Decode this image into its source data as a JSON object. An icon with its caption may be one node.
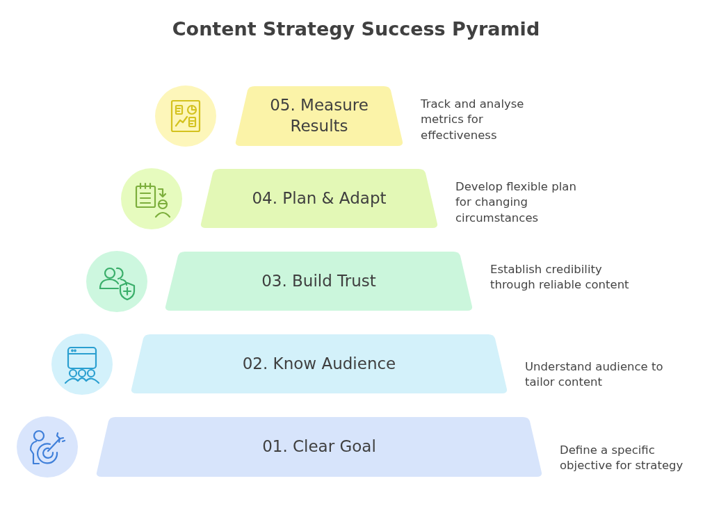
{
  "diagram": {
    "title": "Content Strategy Success Pyramid",
    "nodes": [
      {
        "text": [
          "05. Measure Results"
        ],
        "beside": [
          "Track and analyse metrics for effectiveness"
        ]
      },
      {
        "text": [
          "04. Plan & Adapt"
        ],
        "beside": [
          "Develop flexible plan for changing circumstances"
        ]
      },
      {
        "text": [
          "03. Build Trust"
        ],
        "beside": [
          "Establish credibility through reliable content"
        ]
      },
      {
        "text": [
          "02. Know Audience"
        ],
        "beside": [
          "Understand audience to tailor content"
        ]
      },
      {
        "text": [
          "01. Clear Goal"
        ],
        "beside": [
          "Define a specific objective for strategy"
        ]
      }
    ]
  }
}
